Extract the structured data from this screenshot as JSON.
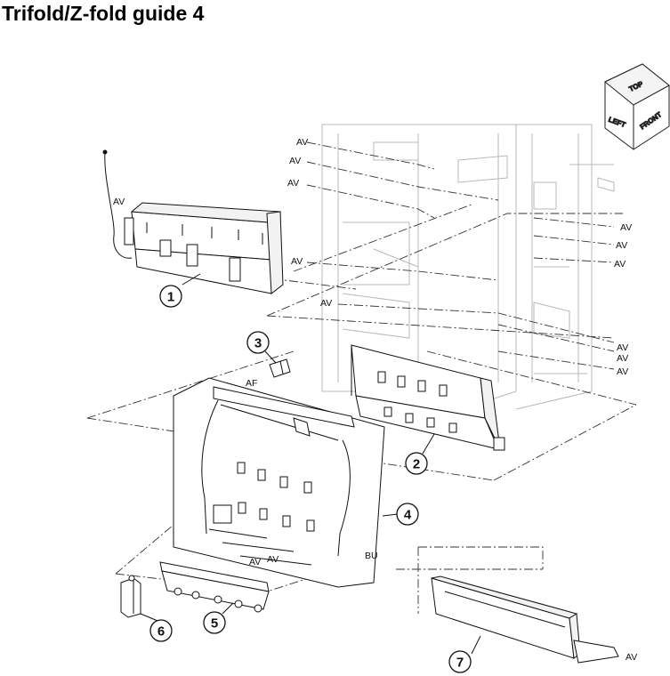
{
  "title": "Trifold/Z-fold guide 4",
  "orientation_cube": {
    "top": "TOP",
    "left": "LEFT",
    "front": "FRONT"
  },
  "callouts": [
    "1",
    "2",
    "3",
    "4",
    "5",
    "6",
    "7"
  ],
  "connector_labels": {
    "av": "AV",
    "af": "AF",
    "bu": "BU"
  }
}
